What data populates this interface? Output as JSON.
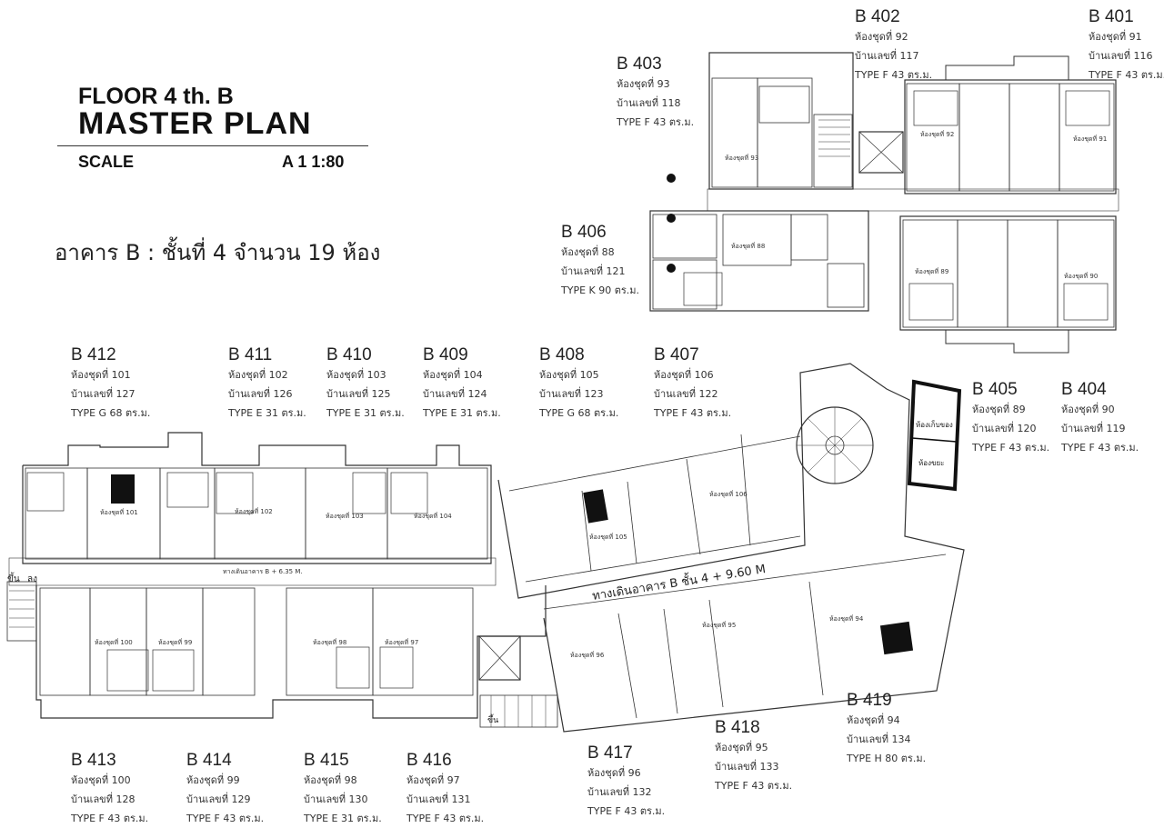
{
  "header": {
    "floor_label": "FLOOR 4 th. B",
    "plan_title": "MASTER  PLAN",
    "scale_label": "SCALE",
    "scale_value": "A 1 1:80"
  },
  "subtitle": "อาคาร B : ชั้นที่ 4  จำนวน 19 ห้อง",
  "units": [
    {
      "code": "B 402",
      "room": "ห้องชุดที่ 92",
      "house": "บ้านเลขที่ 117",
      "type": "TYPE F 43 ตร.ม."
    },
    {
      "code": "B 401",
      "room": "ห้องชุดที่ 91",
      "house": "บ้านเลขที่ 116",
      "type": "TYPE F 43 ตร.ม."
    },
    {
      "code": "B 403",
      "room": "ห้องชุดที่ 93",
      "house": "บ้านเลขที่ 118",
      "type": "TYPE F 43 ตร.ม."
    },
    {
      "code": "B 406",
      "room": "ห้องชุดที่ 88",
      "house": "บ้านเลขที่ 121",
      "type": "TYPE K 90 ตร.ม."
    },
    {
      "code": "B 412",
      "room": "ห้องชุดที่ 101",
      "house": "บ้านเลขที่ 127",
      "type": "TYPE G 68 ตร.ม."
    },
    {
      "code": "B 411",
      "room": "ห้องชุดที่ 102",
      "house": "บ้านเลขที่ 126",
      "type": "TYPE E 31 ตร.ม."
    },
    {
      "code": "B 410",
      "room": "ห้องชุดที่ 103",
      "house": "บ้านเลขที่ 125",
      "type": "TYPE E 31 ตร.ม."
    },
    {
      "code": "B 409",
      "room": "ห้องชุดที่ 104",
      "house": "บ้านเลขที่ 124",
      "type": "TYPE E 31 ตร.ม."
    },
    {
      "code": "B 408",
      "room": "ห้องชุดที่ 105",
      "house": "บ้านเลขที่ 123",
      "type": "TYPE G 68 ตร.ม."
    },
    {
      "code": "B 407",
      "room": "ห้องชุดที่ 106",
      "house": "บ้านเลขที่ 122",
      "type": "TYPE F 43 ตร.ม."
    },
    {
      "code": "B 405",
      "room": "ห้องชุดที่ 89",
      "house": "บ้านเลขที่ 120",
      "type": "TYPE F 43 ตร.ม."
    },
    {
      "code": "B 404",
      "room": "ห้องชุดที่ 90",
      "house": "บ้านเลขที่ 119",
      "type": "TYPE F 43 ตร.ม."
    },
    {
      "code": "B 419",
      "room": "ห้องชุดที่ 94",
      "house": "บ้านเลขที่ 134",
      "type": "TYPE H 80 ตร.ม."
    },
    {
      "code": "B 418",
      "room": "ห้องชุดที่ 95",
      "house": "บ้านเลขที่ 133",
      "type": "TYPE F 43 ตร.ม."
    },
    {
      "code": "B 417",
      "room": "ห้องชุดที่ 96",
      "house": "บ้านเลขที่ 132",
      "type": "TYPE F 43 ตร.ม."
    },
    {
      "code": "B 413",
      "room": "ห้องชุดที่ 100",
      "house": "บ้านเลขที่ 128",
      "type": "TYPE F 43 ตร.ม."
    },
    {
      "code": "B 414",
      "room": "ห้องชุดที่ 99",
      "house": "บ้านเลขที่ 129",
      "type": "TYPE F 43 ตร.ม."
    },
    {
      "code": "B 415",
      "room": "ห้องชุดที่ 98",
      "house": "บ้านเลขที่ 130",
      "type": "TYPE E 31 ตร.ม."
    },
    {
      "code": "B 416",
      "room": "ห้องชุดที่ 97",
      "house": "บ้านเลขที่ 131",
      "type": "TYPE F 43 ตร.ม."
    }
  ],
  "plan_labels": {
    "corridor_main": "ทางเดินอาคาร B + 6.35 M.",
    "corridor_east": "ทางเดินอาคาร B ชั้น 4  + 9.60 M",
    "up": "ขึ้น",
    "down": "ลง",
    "storage": "ห้องเก็บของ",
    "garbage": "ห้องขยะ",
    "r101": "ห้องชุดที่ 101",
    "r102": "ห้องชุดที่ 102",
    "r103": "ห้องชุดที่ 103",
    "r104": "ห้องชุดที่ 104",
    "r105": "ห้องชุดที่ 105",
    "r106": "ห้องชุดที่ 106",
    "r100": "ห้องชุดที่ 100",
    "r99": "ห้องชุดที่ 99",
    "r98": "ห้องชุดที่ 98",
    "r97": "ห้องชุดที่ 97",
    "r96": "ห้องชุดที่ 96",
    "r95": "ห้องชุดที่ 95",
    "r94": "ห้องชุดที่ 94",
    "r93": "ห้องชุดที่ 93",
    "r92": "ห้องชุดที่ 92",
    "r91": "ห้องชุดที่ 91",
    "r88": "ห้องชุดที่ 88",
    "r89": "ห้องชุดที่ 89",
    "r90": "ห้องชุดที่ 90"
  }
}
